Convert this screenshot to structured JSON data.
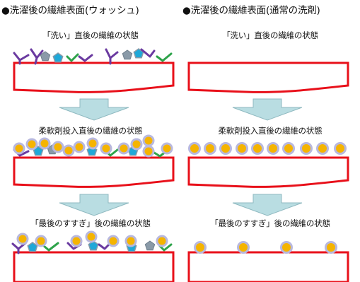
{
  "columns": [
    {
      "heading": "●洗濯後の繊維表面(ウォッシュ)",
      "stages": [
        "「洗い」直後の繊維の状態",
        "柔軟剤投入直後の繊維の状態",
        "「最後のすすぎ」後の繊維の状態"
      ]
    },
    {
      "heading": "●洗濯後の繊維表面(通常の洗剤)",
      "stages": [
        "「洗い」直後の繊維の状態",
        "柔軟剤投入直後の繊維の状態",
        "「最後のすすぎ」後の繊維の状態"
      ]
    }
  ],
  "colors": {
    "fiber_border": "#e8101a",
    "arrow_fill": "#b9dde2",
    "arrow_stroke": "#8fb9c0",
    "softener_fill": "#f5b400",
    "softener_ring": "#b8b8de",
    "pentagon_blue": "#1fa8d8",
    "pentagon_gray": "#8a9aa8",
    "y_shape_purple": "#6a3aa0",
    "check_green": "#2da34a"
  }
}
